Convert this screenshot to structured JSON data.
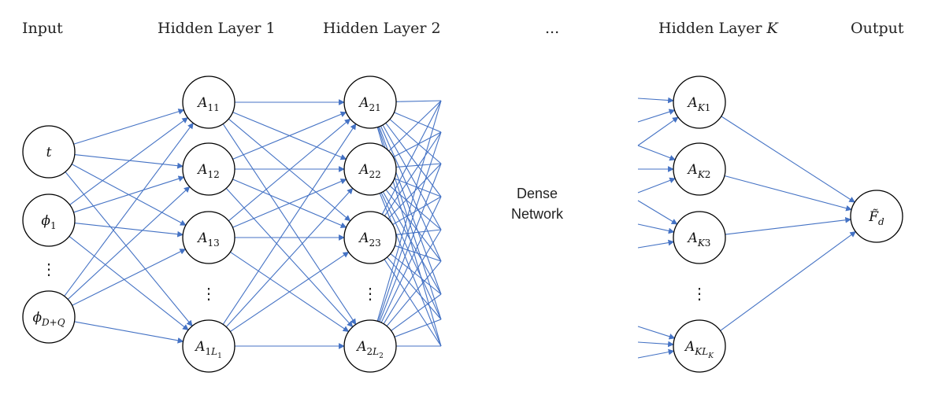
{
  "headers": {
    "input": "Input",
    "hidden1": "Hidden Layer 1",
    "hidden2": "Hidden Layer 2",
    "ellipsis": "...",
    "hiddenK_prefix": "Hidden Layer ",
    "hiddenK_var": "K",
    "output": "Output"
  },
  "middle_label": [
    "Dense",
    "Network"
  ],
  "colors": {
    "edge": "#4472c4",
    "node_stroke": "#000000"
  },
  "layers": {
    "input": [
      {
        "base": "t",
        "sub": ""
      },
      {
        "base": "ϕ",
        "sub": "1"
      },
      {
        "base": "⋮",
        "sub": ""
      },
      {
        "base": "ϕ",
        "sub": "D+Q",
        "sub_italic": true
      }
    ],
    "hidden1": [
      {
        "base": "A",
        "sub": "11"
      },
      {
        "base": "A",
        "sub": "12"
      },
      {
        "base": "A",
        "sub": "13"
      },
      {
        "base": "⋮",
        "sub": ""
      },
      {
        "base": "A",
        "sub": "1L",
        "sub2": "1"
      }
    ],
    "hidden2": [
      {
        "base": "A",
        "sub": "21"
      },
      {
        "base": "A",
        "sub": "22"
      },
      {
        "base": "A",
        "sub": "23"
      },
      {
        "base": "⋮",
        "sub": ""
      },
      {
        "base": "A",
        "sub": "2L",
        "sub2": "2"
      }
    ],
    "hiddenK": [
      {
        "base": "A",
        "sub": "K1",
        "sub_italic_first": true
      },
      {
        "base": "A",
        "sub": "K2",
        "sub_italic_first": true
      },
      {
        "base": "A",
        "sub": "K3",
        "sub_italic_first": true
      },
      {
        "base": "⋮",
        "sub": ""
      },
      {
        "base": "A",
        "sub": "KL",
        "sub2": "K",
        "sub_italic_all": true
      }
    ],
    "output": [
      {
        "base": "F̃",
        "sub": "d",
        "sub_italic": true
      }
    ]
  }
}
